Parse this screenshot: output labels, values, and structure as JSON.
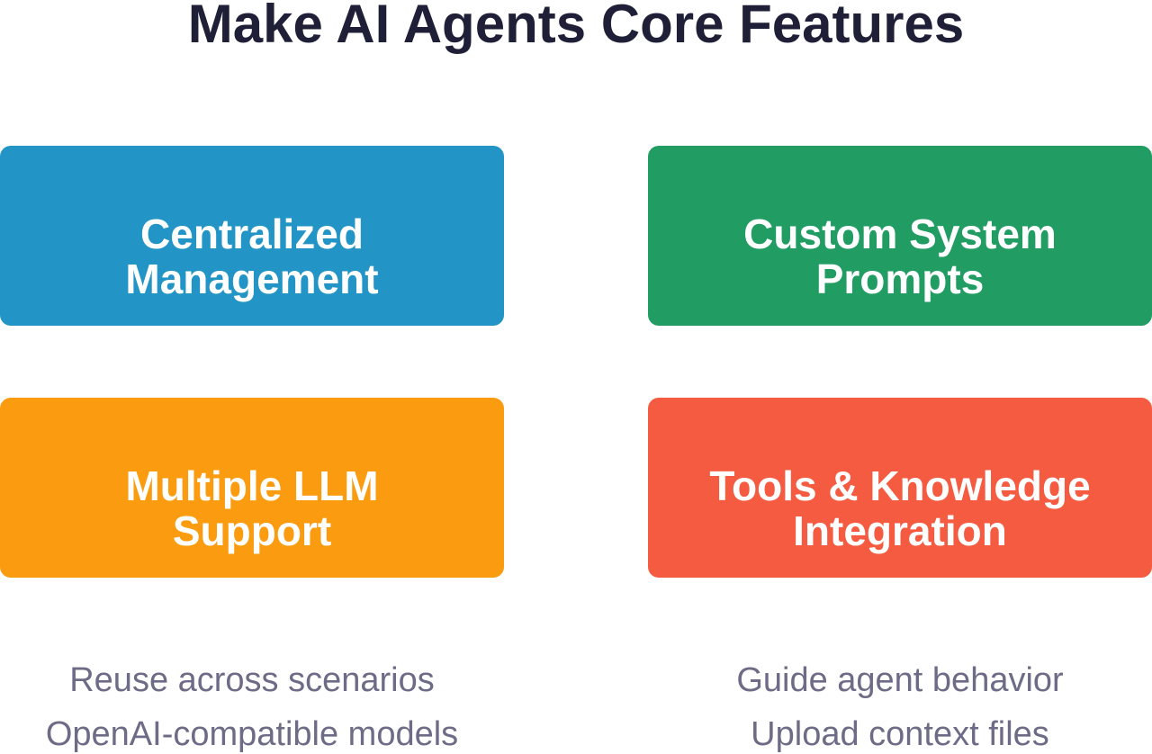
{
  "title": "Make AI Agents Core Features",
  "features": [
    {
      "label_line1": "Centralized",
      "label_line2": "Management",
      "color": "#2294c6"
    },
    {
      "label_line1": "Custom System",
      "label_line2": "Prompts",
      "color": "#219c62"
    },
    {
      "label_line1": "Multiple LLM",
      "label_line2": "Support",
      "color": "#fb9b10"
    },
    {
      "label_line1": "Tools & Knowledge",
      "label_line2": "Integration",
      "color": "#f55b40"
    }
  ],
  "notes": {
    "left": [
      "Reuse across scenarios",
      "OpenAI-compatible models"
    ],
    "right": [
      "Guide agent behavior",
      "Upload context files"
    ]
  }
}
